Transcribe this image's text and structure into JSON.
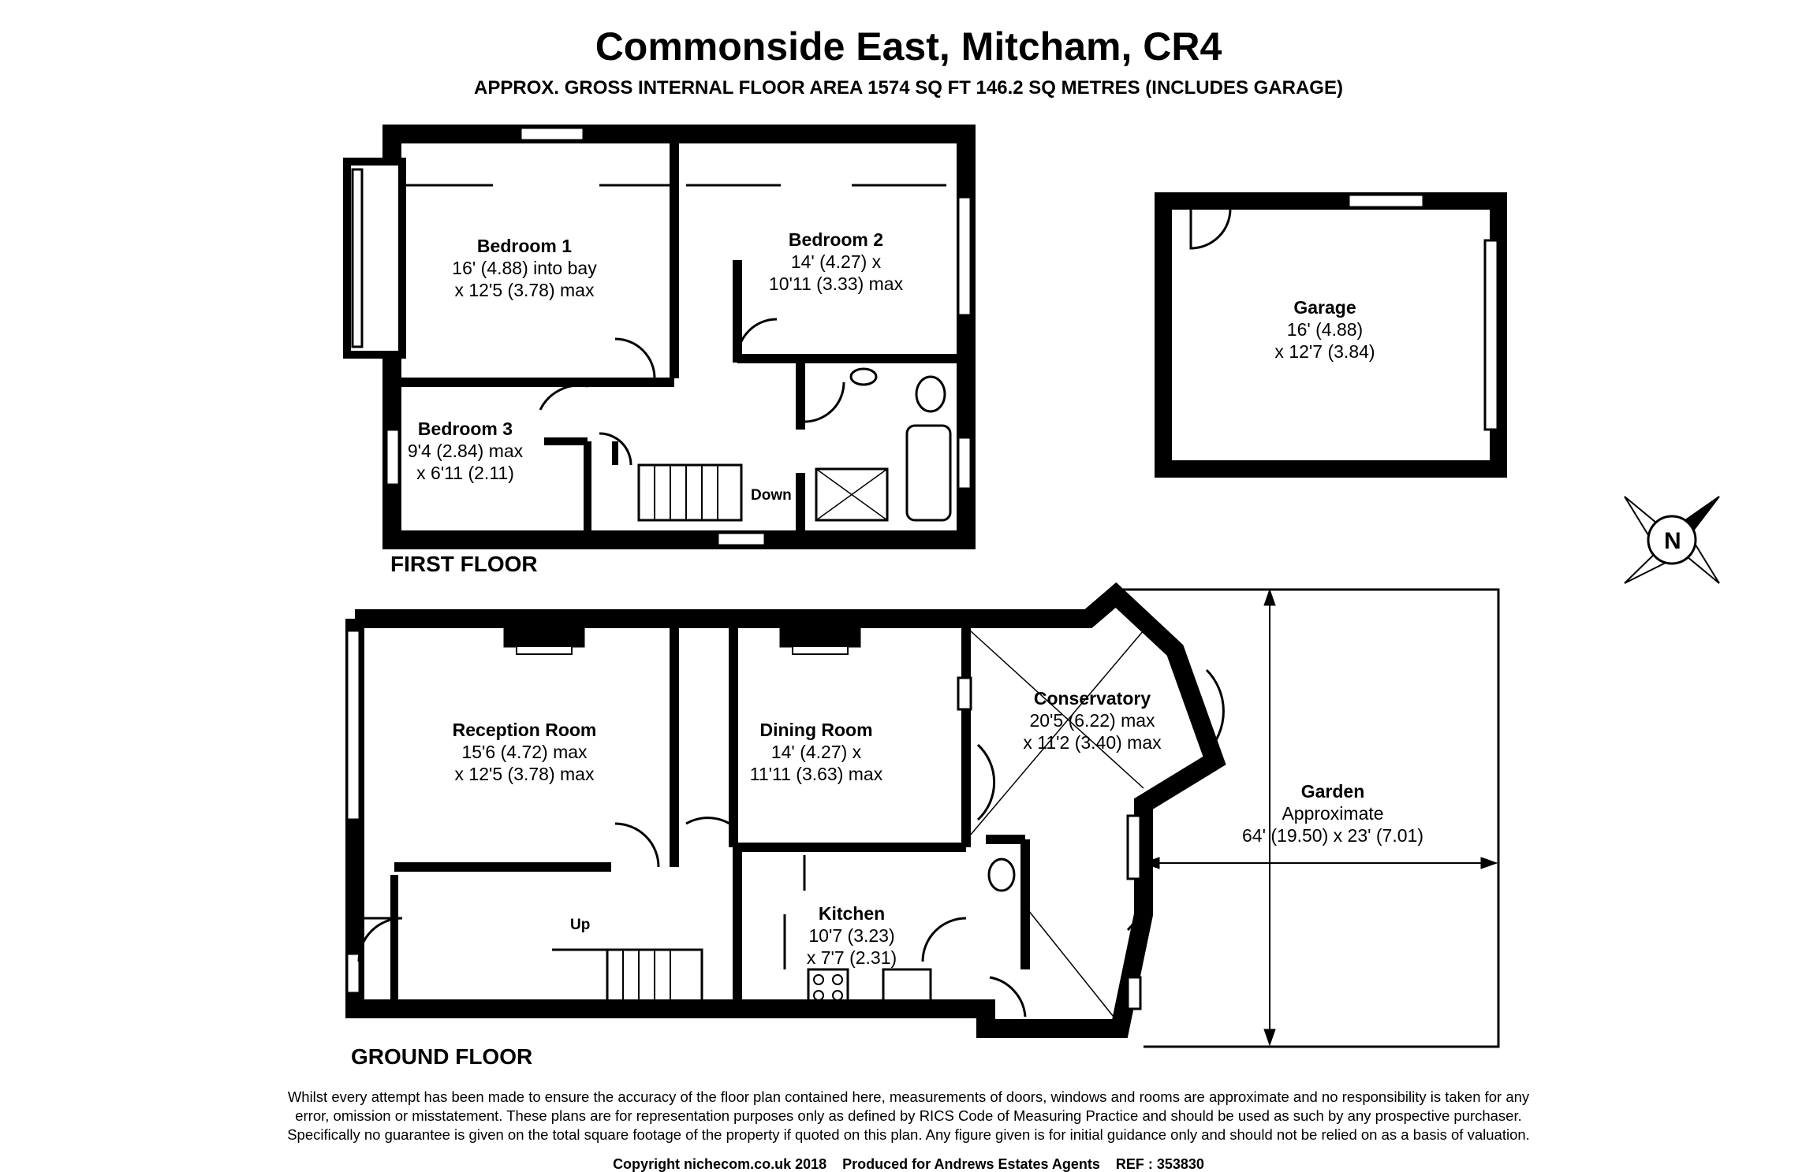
{
  "header": {
    "title": "Commonside East, Mitcham, CR4",
    "subtitle": "APPROX. GROSS INTERNAL FLOOR AREA 1574 SQ FT 146.2 SQ METRES (INCLUDES GARAGE)"
  },
  "floors": {
    "first": "FIRST FLOOR",
    "ground": "GROUND FLOOR"
  },
  "rooms": {
    "bedroom1": {
      "name": "Bedroom 1",
      "line1": "16' (4.88) into bay",
      "line2": "x 12'5 (3.78) max"
    },
    "bedroom2": {
      "name": "Bedroom 2",
      "line1": "14' (4.27) x",
      "line2": "10'11 (3.33) max"
    },
    "bedroom3": {
      "name": "Bedroom 3",
      "line1": "9'4 (2.84) max",
      "line2": "x 6'11 (2.11)"
    },
    "garage": {
      "name": "Garage",
      "line1": "16' (4.88)",
      "line2": "x 12'7 (3.84)"
    },
    "reception": {
      "name": "Reception Room",
      "line1": "15'6 (4.72) max",
      "line2": "x 12'5 (3.78) max"
    },
    "dining": {
      "name": "Dining Room",
      "line1": "14' (4.27) x",
      "line2": "11'11 (3.63) max"
    },
    "conservatory": {
      "name": "Conservatory",
      "line1": "20'5 (6.22) max",
      "line2": "x 11'2 (3.40) max"
    },
    "kitchen": {
      "name": "Kitchen",
      "line1": "10'7 (3.23)",
      "line2": "x 7'7 (2.31)"
    },
    "garden": {
      "name": "Garden",
      "line1": "Approximate",
      "line2": "64' (19.50) x 23' (7.01)"
    }
  },
  "stairs": {
    "down": "Down",
    "up": "Up"
  },
  "compass": {
    "label": "N",
    "icon": "compass-icon"
  },
  "disclaimer": {
    "line1": "Whilst every attempt has been made to ensure the accuracy of the floor plan contained here, measurements of doors, windows and rooms are approximate and no responsibility is taken for any",
    "line2": "error, omission or misstatement. These plans are for representation purposes only as defined by RICS Code of Measuring Practice and should be used as such by any prospective purchaser.",
    "line3": "Specifically no guarantee is given on the total square footage of the property if quoted on this plan. Any figure given is for initial guidance only and should not be relied on as a basis of valuation."
  },
  "copyright": "Copyright nichecom.co.uk 2018    Produced for Andrews Estates Agents    REF : 353830",
  "colors": {
    "wall": "#000000",
    "background": "#ffffff",
    "window": "#ffffff"
  }
}
